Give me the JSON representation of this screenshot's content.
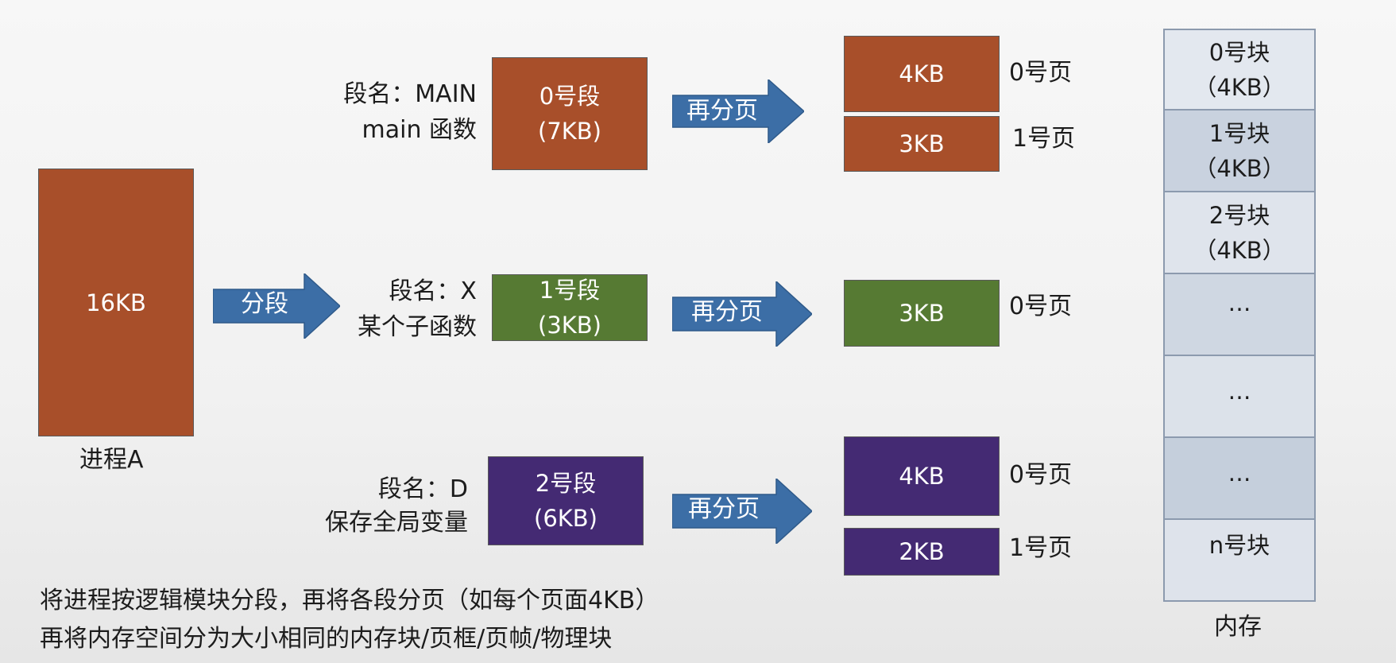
{
  "process": {
    "size": "16KB",
    "name": "进程A"
  },
  "segment_arrow": "分段",
  "repage_arrow": "再分页",
  "segments": [
    {
      "name_line": "段名：MAIN",
      "desc_line": "main 函数",
      "title": "0号段",
      "size": "(7KB)",
      "color": "#a84f2a",
      "pages": [
        {
          "size": "4KB",
          "label": "0号页"
        },
        {
          "size": "3KB",
          "label": "1号页"
        }
      ]
    },
    {
      "name_line": "段名：X",
      "desc_line": "某个子函数",
      "title": "1号段",
      "size": "(3KB)",
      "color": "#567a33",
      "pages": [
        {
          "size": "3KB",
          "label": "0号页"
        }
      ]
    },
    {
      "name_line": "段名：D",
      "desc_line": "保存全局变量",
      "title": "2号段",
      "size": "(6KB)",
      "color": "#442a73",
      "pages": [
        {
          "size": "4KB",
          "label": "0号页"
        },
        {
          "size": "2KB",
          "label": "1号页"
        }
      ]
    }
  ],
  "memory": {
    "label": "内存",
    "blocks": [
      {
        "title": "0号块",
        "size": "（4KB）"
      },
      {
        "title": "1号块",
        "size": "（4KB）"
      },
      {
        "title": "2号块",
        "size": "（4KB）"
      },
      {
        "title": "…",
        "size": ""
      },
      {
        "title": "…",
        "size": ""
      },
      {
        "title": "…",
        "size": ""
      },
      {
        "title": "n号块",
        "size": ""
      }
    ],
    "fills": [
      "#e3e8ef",
      "#c9d2df",
      "#dfe4ec",
      "#cfd7e2",
      "#dce2ea",
      "#c5cfdc",
      "#dee3eb"
    ]
  },
  "caption": [
    "将进程按逻辑模块分段，再将各段分页（如每个页面4KB）",
    "再将内存空间分为大小相同的内存块/页框/页帧/物理块"
  ]
}
